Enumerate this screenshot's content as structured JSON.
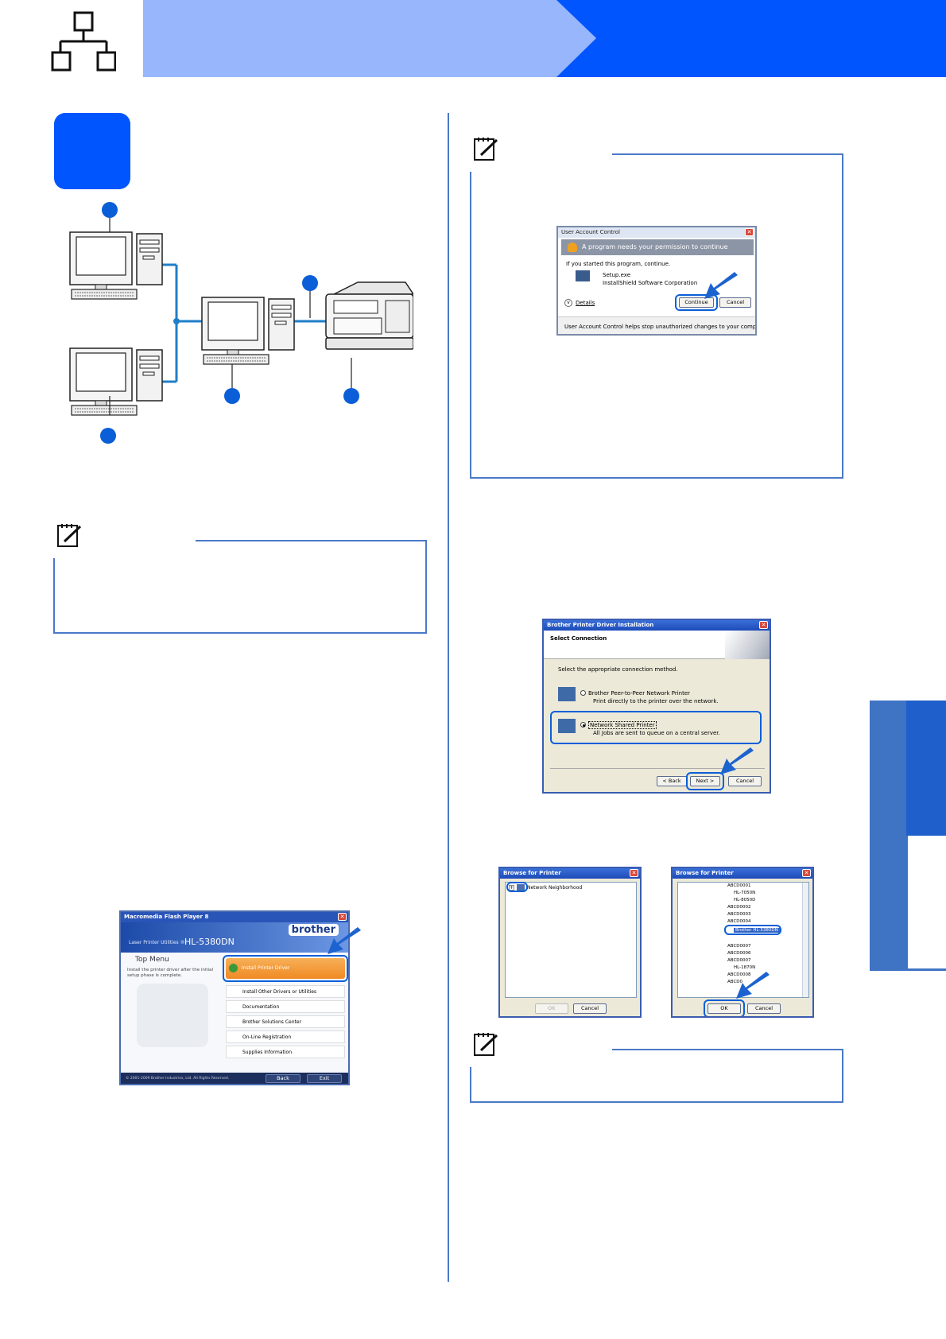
{
  "uac": {
    "title": "User Account Control",
    "heading": "A program needs your permission to continue",
    "line1": "If you started this program, continue.",
    "program": "Setup.exe",
    "publisher": "InstallShield Software Corporation",
    "details": "Details",
    "continue_label": "Continue",
    "cancel_label": "Cancel",
    "footer": "User Account Control helps stop unauthorized changes to your computer."
  },
  "menu": {
    "window_title": "Macromedia Flash Player 8",
    "logo": "brother",
    "product_prefix": "Laser Printer Utilities ®",
    "product": "HL-5380DN",
    "top_menu": "Top Menu",
    "hint": "Install the printer driver after the initial setup phase is complete.",
    "items": [
      {
        "label": "Install Printer Driver"
      },
      {
        "label": "Install Other Drivers or Utilities"
      },
      {
        "label": "Documentation"
      },
      {
        "label": "Brother Solutions Center"
      },
      {
        "label": "On-Line Registration"
      },
      {
        "label": "Supplies Information"
      }
    ],
    "copyright": "© 2001-2009 Brother Industries, Ltd. All Rights Reserved.",
    "back_label": "Back",
    "exit_label": "Exit"
  },
  "install": {
    "title": "Brother Printer Driver Installation",
    "heading": "Select Connection",
    "prompt": "Select the appropriate connection method.",
    "option1": "Brother Peer-to-Peer Network Printer",
    "option1_desc": "Print directly to the printer over the network.",
    "option2": "Network Shared Printer",
    "option2_desc": "All Jobs are sent to queue on a central server.",
    "back_label": "< Back",
    "next_label": "Next >",
    "cancel_label": "Cancel"
  },
  "browse1": {
    "title": "Browse for Printer",
    "item": "Network Neighborhood",
    "ok_label": "OK",
    "cancel_label": "Cancel"
  },
  "browse2": {
    "title": "Browse for Printer",
    "items": [
      "ABCD0001",
      "HL-7050N",
      "HL-8050D",
      "ABCD0002",
      "ABCD0003",
      "ABCD0004"
    ],
    "selected": "Brother HL-5380DN",
    "items_after": [
      "ABCD0007",
      "ABCD0006",
      "ABCD0007",
      "HL-1870N",
      "ABCD0008",
      "ABCD0"
    ],
    "ok_label": "OK",
    "cancel_label": "Cancel"
  },
  "colors": {
    "accent": "#0055ff",
    "header_light": "#97b6fb",
    "frame": "#4a78c8"
  }
}
